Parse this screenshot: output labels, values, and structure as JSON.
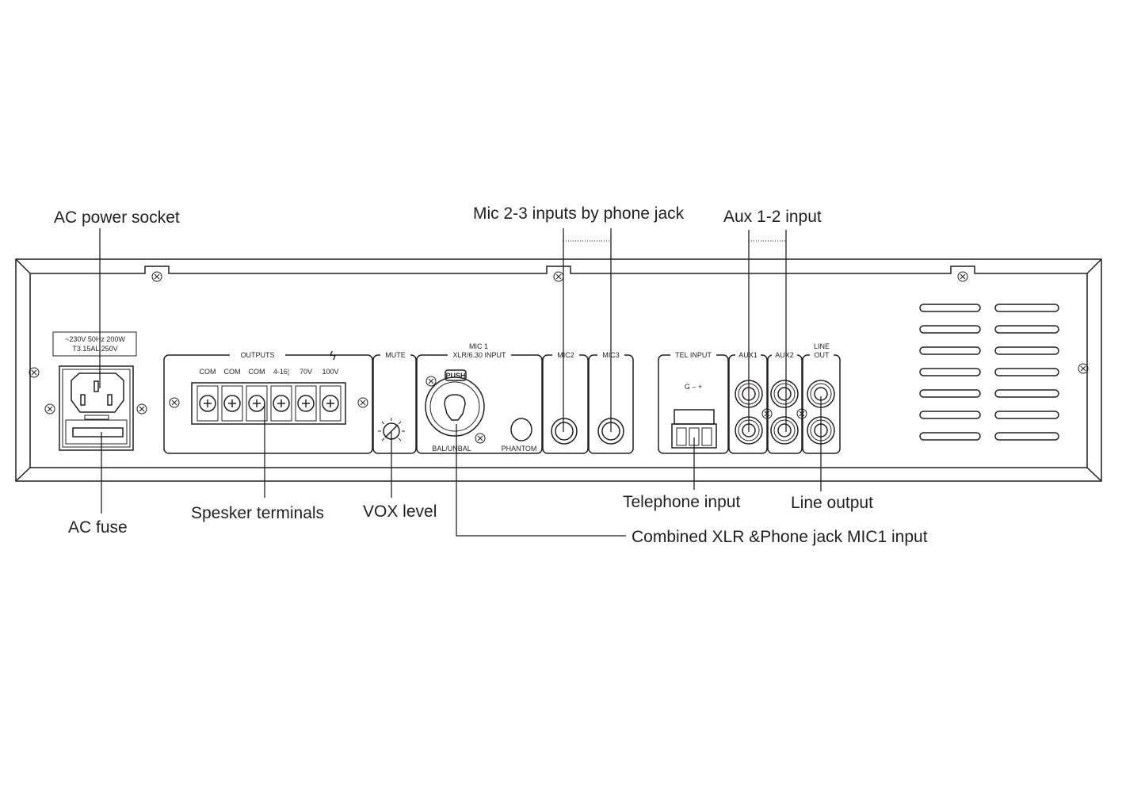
{
  "callouts": {
    "ac_power_socket": "AC power socket",
    "ac_fuse": "AC fuse",
    "speaker_terminals": "Spesker terminals",
    "vox_level": "VOX level",
    "mic1_input": "Combined XLR &Phone jack MIC1 input",
    "mic23_inputs": "Mic 2-3 inputs by phone jack",
    "aux_input": "Aux 1-2 input",
    "telephone_input": "Telephone input",
    "line_output": "Line output"
  },
  "rating_label": {
    "line1": "~230V  50Hz  200W",
    "line2": "T3.15AL  250V"
  },
  "panel": {
    "outputs": "OUTPUTS",
    "terminals": [
      "COM",
      "COM",
      "COM",
      "4-16¦",
      "70V",
      "100V"
    ],
    "mute": "MUTE",
    "mic1_line1": "MIC 1",
    "mic1_line2": "XLR/6.30 INPUT",
    "push": "PUSH",
    "bal_unbal": "BAL/UNBAL",
    "phantom": "PHANTOM",
    "mic2": "MIC2",
    "mic3": "MIC3",
    "tel_input": "TEL INPUT",
    "tel_pins": "G  –  +",
    "aux1": "AUX1",
    "aux2": "AUX2",
    "line_out_1": "LINE",
    "line_out_2": "OUT"
  }
}
